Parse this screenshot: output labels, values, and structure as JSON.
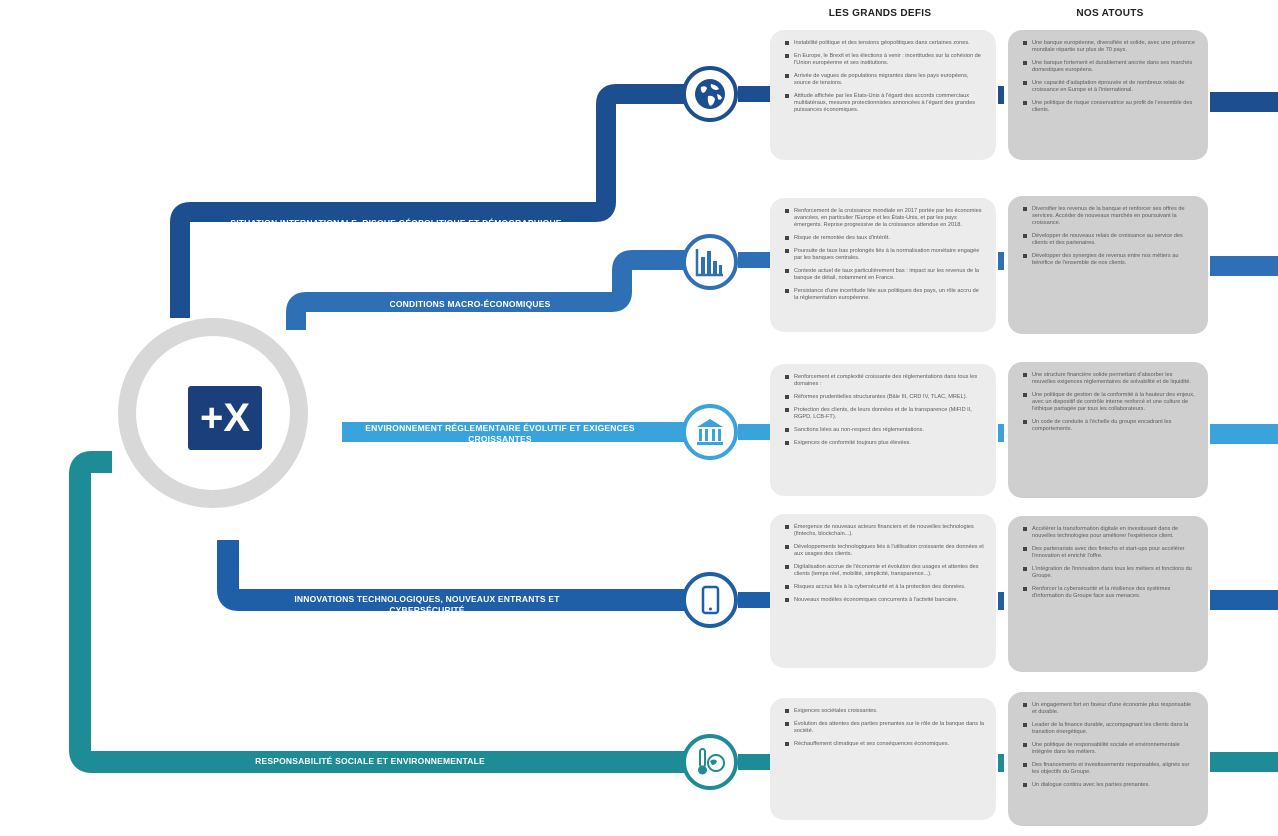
{
  "columns": {
    "challenges_title": "LES GRANDS DEFIS",
    "strengths_title": "NOS ATOUTS"
  },
  "hub": {
    "logo_text": "+X"
  },
  "colors": {
    "navy": "#1d4e8f",
    "blue": "#2f6fb6",
    "sky": "#3aa3db",
    "teal": "#1d8c96",
    "ring": "#d8d8d8",
    "challenge_box": "#ececec",
    "strength_box": "#cfcfcf"
  },
  "branches": [
    {
      "label": "SITUATION INTERNATIONALE, RISQUE GÉOPOLITIQUE ET DÉMOGRAPHIQUE",
      "icon": "globe-icon",
      "challenges": [
        "Instabilité politique et des tensions géopolitiques dans certaines zones.",
        "En Europe, le Brexit et les élections à venir : incertitudes sur la cohésion de l'Union européenne et ses institutions.",
        "Arrivée de vagues de populations migrantes dans les pays européens, source de tensions.",
        "Attitude affichée par les États-Unis à l'égard des accords commerciaux multilatéraux, mesures protectionnistes annoncées à l'égard des grandes puissances économiques."
      ],
      "strengths": [
        "Une banque européenne, diversifiée et solide, avec une présence mondiale répartie sur plus de 70 pays.",
        "Une banque fortement et durablement ancrée dans ses marchés domestiques européens.",
        "Une capacité d'adaptation éprouvée et de nombreux relais de croissance en Europe et à l'international.",
        "Une politique de risque conservatrice au profit de l'ensemble des clients."
      ]
    },
    {
      "label": "CONDITIONS MACRO-ÉCONOMIQUES",
      "icon": "bar-chart-icon",
      "challenges": [
        "Renforcement de la croissance mondiale en 2017 portée par les économies avancées, en particulier l'Europe et les États-Unis, et par les pays émergents. Reprise progressive de la croissance attendue en 2018.",
        "Risque de remontée des taux d'intérêt.",
        "Poursuite de taux bas prolongés liés à la normalisation monétaire engagée par les banques centrales.",
        "Contexte actuel de taux particulièrement bas : impact sur les revenus de la banque de détail, notamment en France.",
        "Persistance d'une incertitude liée aux politiques des pays, un rôle accru de la réglementation européenne."
      ],
      "strengths": [
        "Diversifier les revenus de la banque et renforcer ses offres de services. Accéder de nouveaux marchés en poursuivant la croissance.",
        "Développer de nouveaux relais de croissance au service des clients et des partenaires.",
        "Développer des synergies de revenus entre nos métiers au bénéfice de l'ensemble de nos clients."
      ]
    },
    {
      "label": "ENVIRONNEMENT RÉGLEMENTAIRE ÉVOLUTIF ET EXIGENCES CROISSANTES",
      "icon": "bank-icon",
      "challenges": [
        "Renforcement et complexité croissante des réglementations dans tous les domaines :",
        "Réformes prudentielles structurantes (Bâle III, CRD IV, TLAC, MREL).",
        "Protection des clients, de leurs données et de la transparence (MiFID II, RGPD, LCB-FT).",
        "Sanctions liées au non-respect des réglementations.",
        "Exigences de conformité toujours plus élevées."
      ],
      "strengths": [
        "Une structure financière solide permettant d'absorber les nouvelles exigences réglementaires de solvabilité et de liquidité.",
        "Une politique de gestion de la conformité à la hauteur des enjeux, avec un dispositif de contrôle interne renforcé et une culture de l'éthique partagée par tous les collaborateurs.",
        "Un code de conduite à l'échelle du groupe encadrant les comportements."
      ]
    },
    {
      "label": "INNOVATIONS TECHNOLOGIQUES, NOUVEAUX ENTRANTS ET CYBERSÉCURITÉ",
      "icon": "smartphone-icon",
      "challenges": [
        "Émergence de nouveaux acteurs financiers et de nouvelles technologies (fintechs, blockchain...).",
        "Développements technologiques liés à l'utilisation croissante des données et aux usages des clients.",
        "Digitalisation accrue de l'économie et évolution des usages et attentes des clients (temps réel, mobilité, simplicité, transparence...).",
        "Risques accrus liés à la cybersécurité et à la protection des données.",
        "Nouveaux modèles économiques concurrents à l'activité bancaire."
      ],
      "strengths": [
        "Accélérer la transformation digitale en investissant dans de nouvelles technologies pour améliorer l'expérience client.",
        "Des partenariats avec des fintechs et start-ups pour accélérer l'innovation et enrichir l'offre.",
        "L'intégration de l'innovation dans tous les métiers et fonctions du Groupe.",
        "Renforcer la cybersécurité et la résilience des systèmes d'information du Groupe face aux menaces."
      ]
    },
    {
      "label": "RESPONSABILITÉ SOCIALE ET ENVIRONNEMENTALE",
      "icon": "thermometer-globe-icon",
      "challenges": [
        "Exigences sociétales croissantes.",
        "Évolution des attentes des parties prenantes sur le rôle de la banque dans la société.",
        "Réchauffement climatique et ses conséquences économiques."
      ],
      "strengths": [
        "Un engagement fort en faveur d'une économie plus responsable et durable.",
        "Leader de la finance durable, accompagnant les clients dans la transition énergétique.",
        "Une politique de responsabilité sociale et environnementale intégrée dans les métiers.",
        "Des financements et investissements responsables, alignés sur les objectifs du Groupe.",
        "Un dialogue continu avec les parties prenantes."
      ]
    }
  ]
}
